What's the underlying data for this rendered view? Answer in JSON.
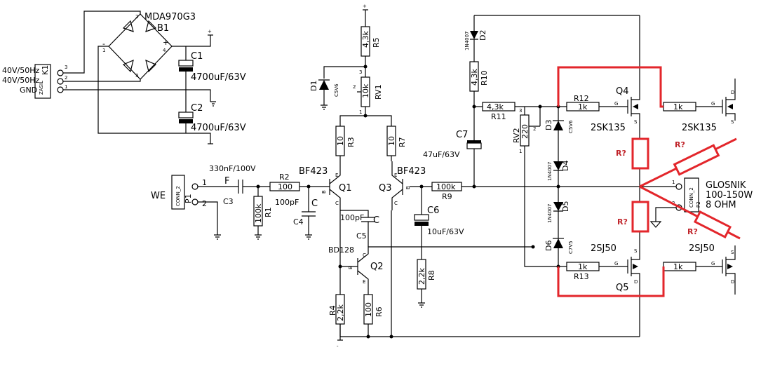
{
  "transformer": {
    "ac1": "40V/50Hz",
    "ac2": "40V/50Hz",
    "gnd": "GND",
    "connector": "ZASIL",
    "ref": "K1",
    "pins": [
      "3",
      "2",
      "1"
    ]
  },
  "bridge": {
    "part": "MDA970G3",
    "ref": "B1",
    "pins": [
      "2",
      "1",
      "3",
      "4"
    ],
    "minus": "-",
    "plus": "+"
  },
  "supply_caps": [
    {
      "ref": "C1",
      "value": "4700uF/63V"
    },
    {
      "ref": "C2",
      "value": "4700uF/63V"
    }
  ],
  "input": {
    "label": "WE",
    "connector": "CONN_2",
    "ref": "P1",
    "pins": [
      "1",
      "2"
    ],
    "cap_value": "330nF/100V",
    "cap_mark": "F",
    "cap_ref": "C3"
  },
  "resistors": [
    {
      "ref": "R1",
      "value": "100k"
    },
    {
      "ref": "R2",
      "value": "100"
    },
    {
      "ref": "R3",
      "value": "10"
    },
    {
      "ref": "R4",
      "value": "2,2k"
    },
    {
      "ref": "R5",
      "value": "4,3k"
    },
    {
      "ref": "R6",
      "value": "100"
    },
    {
      "ref": "R7",
      "value": "10"
    },
    {
      "ref": "R8",
      "value": "2,2k"
    },
    {
      "ref": "R9",
      "value": "100k"
    },
    {
      "ref": "R10",
      "value": "4,3k"
    },
    {
      "ref": "R11",
      "value": "4,3k"
    },
    {
      "ref": "R12",
      "value": "1k"
    },
    {
      "ref": "R13",
      "value": "1k"
    }
  ],
  "small_caps": [
    {
      "ref": "C4",
      "value": "100pF",
      "mark": "C"
    },
    {
      "ref": "C5",
      "value": "100pF",
      "mark": "C"
    },
    {
      "ref": "C6",
      "value": "10uF/63V"
    },
    {
      "ref": "C7",
      "value": "47uF/63V"
    }
  ],
  "pots": [
    {
      "ref": "RV1",
      "value": "10k",
      "pins": [
        "3",
        "2",
        "1"
      ]
    },
    {
      "ref": "RV2",
      "value": "220",
      "pins": [
        "3",
        "2",
        "1"
      ]
    }
  ],
  "zeners": [
    {
      "ref": "D1",
      "value": "C5V6"
    },
    {
      "ref": "D3",
      "value": "C5V6"
    },
    {
      "ref": "D6",
      "value": "C7V5"
    }
  ],
  "diodes": [
    {
      "ref": "D2",
      "value": "1N4007"
    },
    {
      "ref": "D4",
      "value": "1N4007"
    },
    {
      "ref": "D5",
      "value": "1N4007"
    }
  ],
  "transistors": [
    {
      "ref": "Q1",
      "part": "BF423"
    },
    {
      "ref": "Q2",
      "part": "BD128"
    },
    {
      "ref": "Q3",
      "part": "BF423"
    },
    {
      "ref": "Q4",
      "part": "2SK135"
    },
    {
      "ref": "Q5",
      "part": "2SJ50"
    }
  ],
  "parallel_mosfets": {
    "top": "2SK135",
    "bottom": "2SJ50"
  },
  "gate_resistors": [
    "1k",
    "1k"
  ],
  "pin_letters": {
    "b": "B",
    "c": "C",
    "e": "E",
    "g": "G",
    "s": "S",
    "d": "D"
  },
  "output": {
    "label": "GLOSNIK",
    "power": "100-150W",
    "impedance": "8 OHM",
    "connector": "CONN_2",
    "ref": "P2",
    "pins": [
      "1",
      "2"
    ]
  },
  "annotations": [
    "R?",
    "R?",
    "R?",
    "R?"
  ],
  "rail_marks": {
    "plus": "+",
    "minus": "-"
  },
  "colors": {
    "line": "#000000",
    "annotation": "#e3262b",
    "background": "#ffffff"
  }
}
